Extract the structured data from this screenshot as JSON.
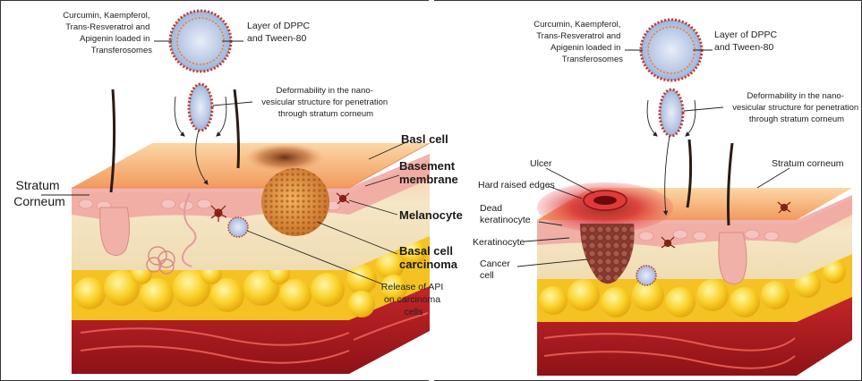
{
  "left_panel": {
    "loaded_label": [
      "Curcumin, Kaempferol,",
      "Trans-Resveratrol and",
      "Apigenin loaded in",
      "Transferosomes"
    ],
    "layer_label": [
      "Layer of DPPC",
      "and Tween-80"
    ],
    "deform_label": [
      "Deformability in the nano-",
      "vesicular structure for penetration",
      "through stratum corneum"
    ],
    "stratum_label": [
      "Stratum",
      "Corneum"
    ],
    "basl_cell": "Basl cell",
    "basement_label": [
      "Basement",
      "membrane"
    ],
    "melanocyte": "Melanocyte",
    "basal_carcinoma": [
      "Basal cell",
      "carcinoma"
    ],
    "release_label": [
      "Release of API",
      "on carcinoma",
      "cells"
    ]
  },
  "right_panel": {
    "loaded_label": [
      "Curcumin, Kaempferol,",
      "Trans-Resveratrol and",
      "Apigenin loaded in",
      "Transferosomes"
    ],
    "layer_label": [
      "Layer of DPPC",
      "and Tween-80"
    ],
    "deform_label": [
      "Deformability in the nano-",
      "vesicular structure for penetration",
      "through stratum corneum"
    ],
    "ulcer": "Ulcer",
    "stratum_label": "Stratum corneum",
    "hard_edges": "Hard raised edges",
    "dead_label": [
      "Dead",
      "keratinocyte"
    ],
    "keratinocyte": "Keratinocyte",
    "cancer_label": [
      "Cancer",
      "cell"
    ]
  },
  "colors": {
    "epidermis_top": "#f6a46a",
    "dermis": "#f4e2bb",
    "fat": "#f7c61a",
    "muscle": "#b01e1e",
    "tumor": "#d98a3a",
    "ulcer": "#d61e2a"
  },
  "icons": [
    "liposome-vesicle-icon",
    "hair-follicle-icon",
    "down-arrow-icon",
    "melanocyte-cell-icon"
  ]
}
